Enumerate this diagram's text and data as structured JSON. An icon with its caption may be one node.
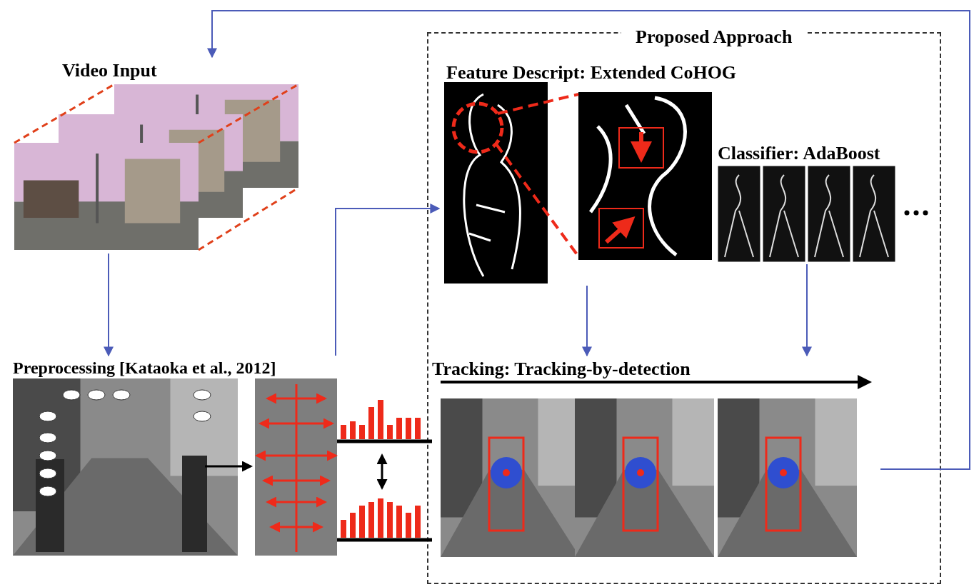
{
  "diagram": {
    "nodes": [
      {
        "text": [
          "Proposed Approach"
        ]
      },
      {
        "text": [
          "Video Input"
        ]
      },
      {
        "text": [
          "Preprocessing [Kataoka et al., 2012]"
        ]
      },
      {
        "text": [
          "Feature Descript: Extended CoHOG"
        ],
        "in": 0
      },
      {
        "text": [
          "Classifier: AdaBoost"
        ],
        "in": 0
      },
      {
        "text": [
          "Tracking: Tracking-by-detection"
        ],
        "in": 0
      }
    ],
    "edges": [
      {
        "from": 1,
        "to": 2,
        "arrow": "to"
      },
      {
        "from": 2,
        "to": 3,
        "arrow": "to"
      },
      {
        "from": 3,
        "to": 5,
        "arrow": "to"
      },
      {
        "from": 4,
        "to": 5,
        "arrow": "to"
      },
      {
        "from": 5,
        "to": 1,
        "arrow": "to"
      }
    ]
  }
}
